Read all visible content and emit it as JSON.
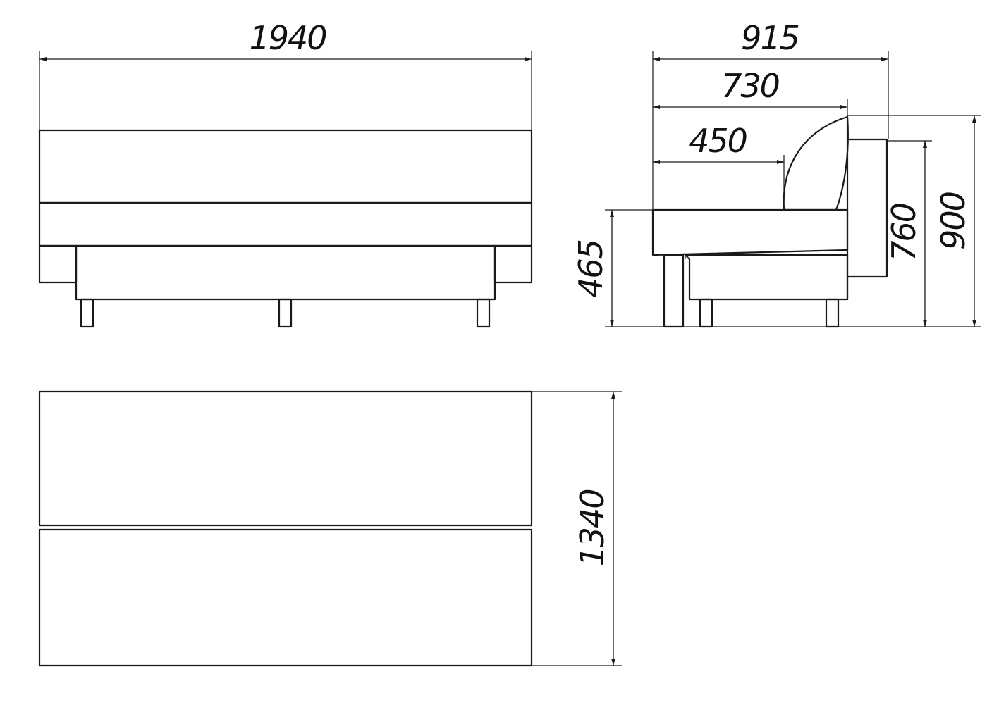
{
  "dimensions": {
    "front_width": "1940",
    "side_depth_total": "915",
    "side_depth_backrest": "730",
    "side_depth_seat": "450",
    "seat_height": "465",
    "armrest_height": "760",
    "total_height": "900",
    "unfolded_length": "1340"
  },
  "colors": {
    "line": "#1a1a1a",
    "background": "#ffffff"
  }
}
